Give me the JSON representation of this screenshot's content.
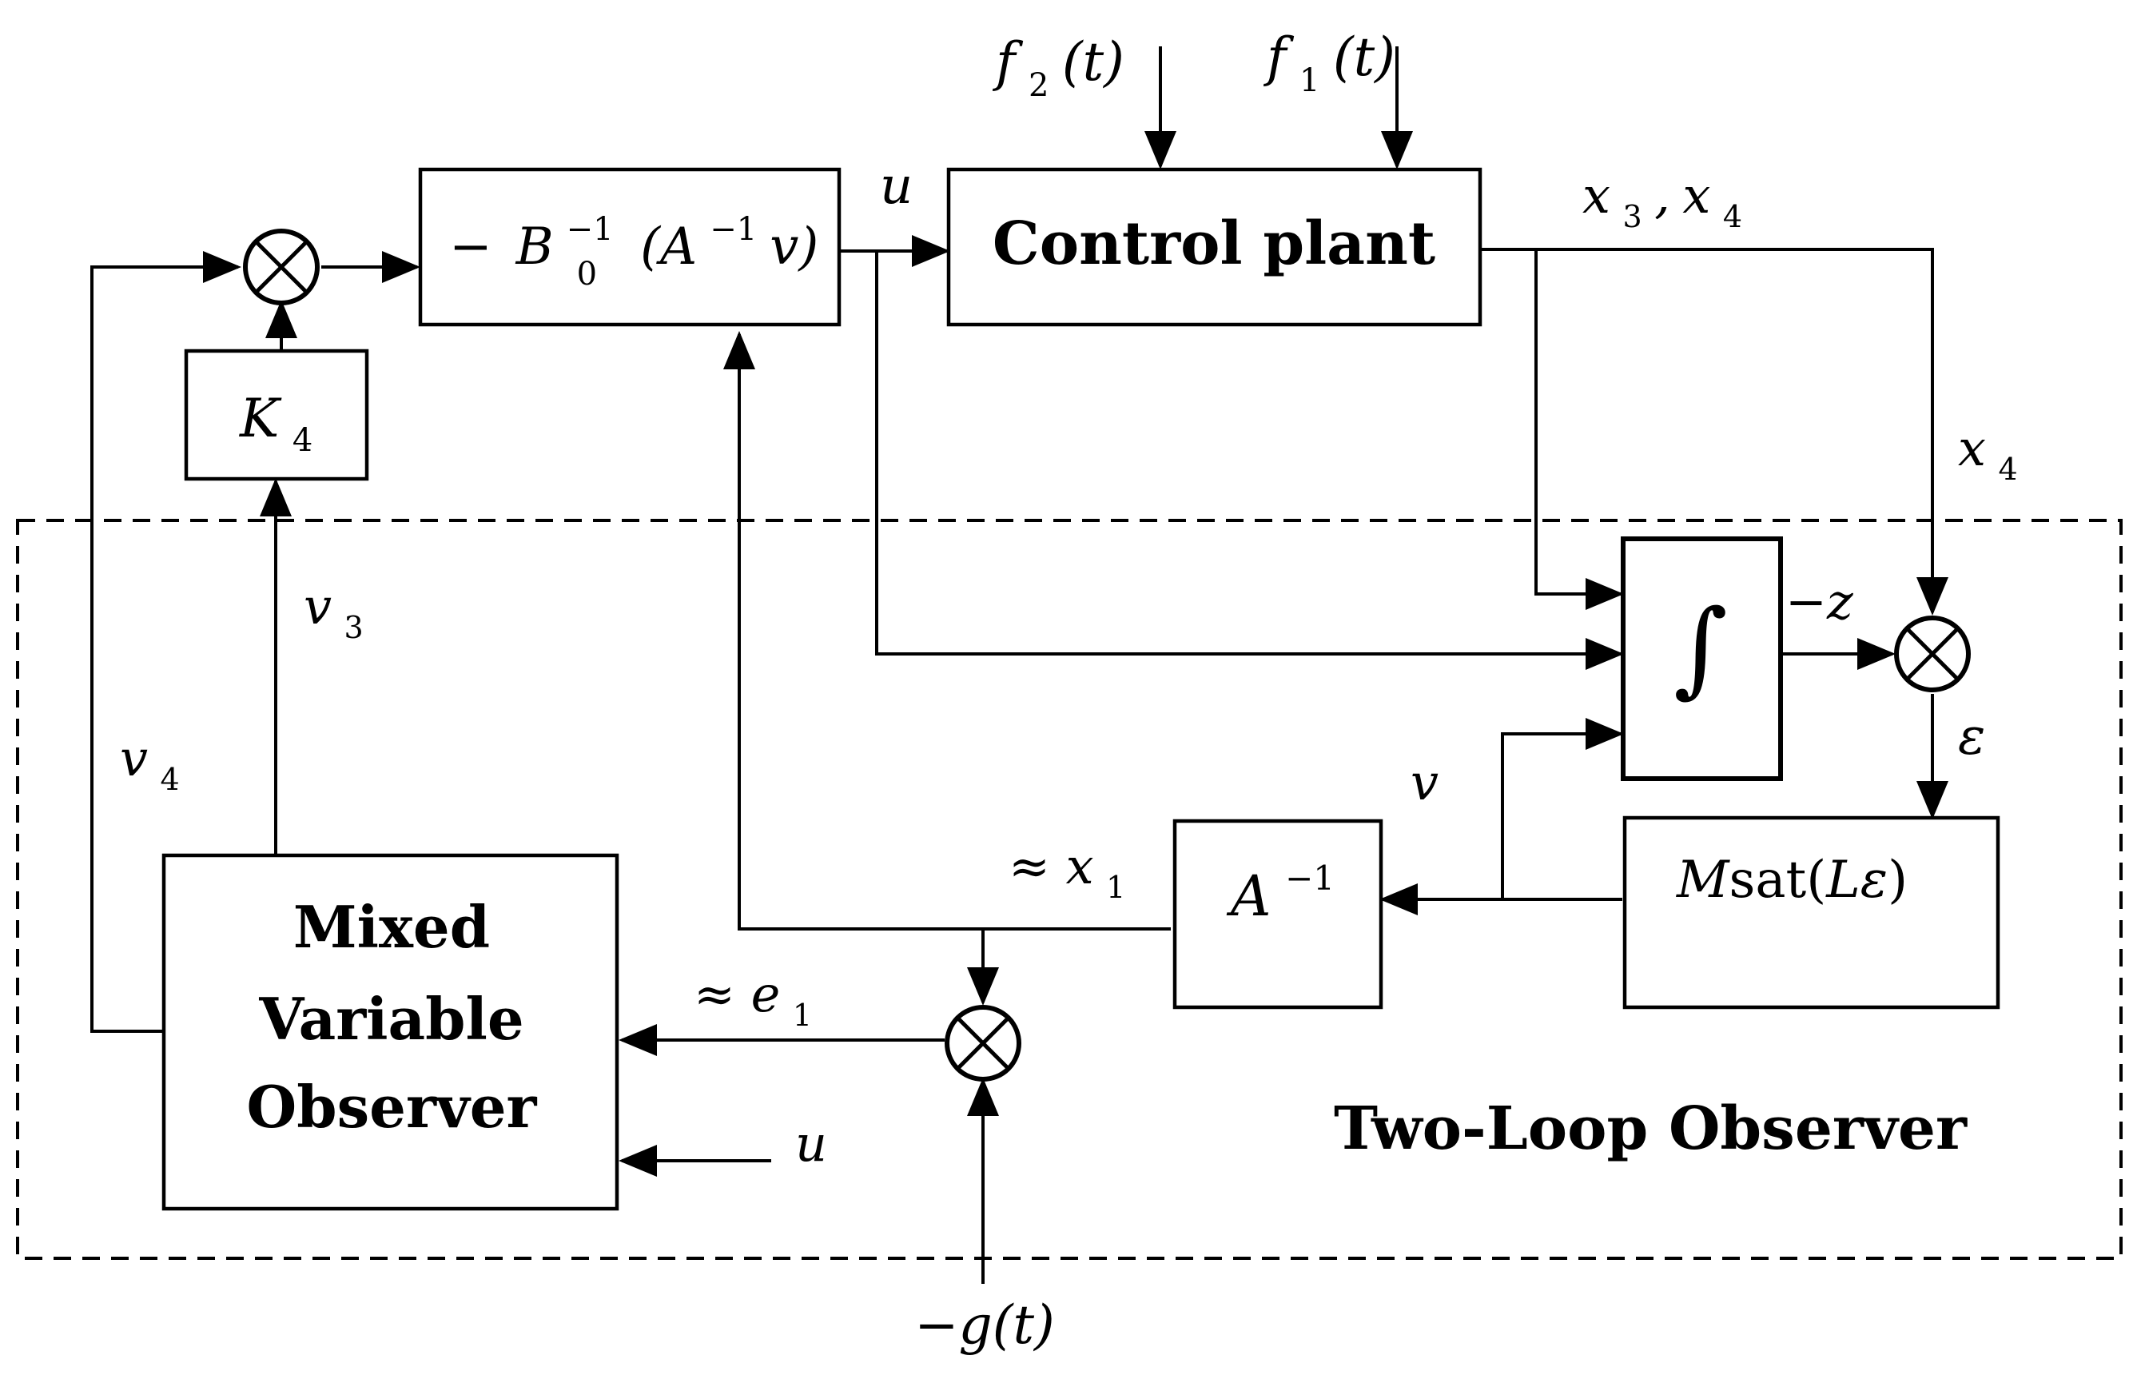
{
  "blocks": {
    "b0_inverse": {
      "sign": "−",
      "B": "B",
      "sub": "0",
      "sup": "−1",
      "open": "(A",
      "sup2": "−1",
      "close": "v)"
    },
    "control_plant": "Control plant",
    "k4": {
      "K": "K",
      "sub": "4"
    },
    "integrator": "∫",
    "a_inverse": {
      "A": "A",
      "sup": "−1"
    },
    "msat": {
      "M": "M",
      "sat": "sat(",
      "L": "Lε",
      "close": ")"
    },
    "mixed_observer": [
      "Mixed",
      "Variable",
      "Observer"
    ]
  },
  "group_label": "Two-Loop Observer",
  "signals": {
    "f2": {
      "f": "f",
      "sub": "2",
      "arg": "(t)"
    },
    "f1": {
      "f": "f",
      "sub": "1",
      "arg": "(t)"
    },
    "u_top": "u",
    "x34": {
      "x3": "x",
      "sub3": "3",
      "comma": ",",
      "x4": "x",
      "sub4": "4"
    },
    "x4": {
      "x": "x",
      "sub": "4"
    },
    "minus_z": "−z",
    "epsilon": "ε",
    "v": "v",
    "approx_x1": {
      "approx": "≈ x",
      "sub": "1"
    },
    "approx_e1": {
      "approx": "≈ e",
      "sub": "1"
    },
    "u_bottom": "u",
    "v3": {
      "v": "v",
      "sub": "3"
    },
    "v4": {
      "v": "v",
      "sub": "4"
    },
    "minus_g": "−g(t)"
  }
}
